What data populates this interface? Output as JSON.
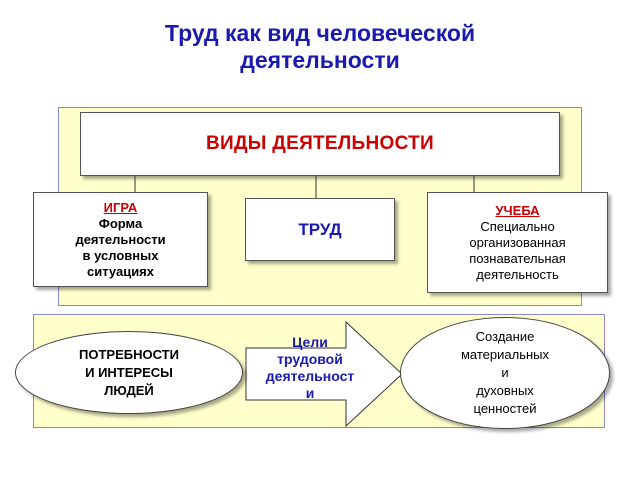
{
  "title": {
    "line1": "Труд как вид человеческой",
    "line2": "деятельности"
  },
  "main_box": "ВИДЫ ДЕЯТЕЛЬНОСТИ",
  "center_box": "ТРУД",
  "left_box": {
    "heading": "ИГРА",
    "lines": [
      "Форма",
      "деятельности",
      "в условных",
      "ситуациях"
    ]
  },
  "right_box": {
    "heading": "УЧЕБА",
    "lines": [
      "Специально",
      "организованная",
      "познавательная",
      "деятельность"
    ]
  },
  "needs_ellipse": {
    "lines": [
      "ПОТРЕБНОСТИ",
      "И ИНТЕРЕСЫ",
      "ЛЮДЕЙ"
    ]
  },
  "goals_arrow": {
    "lines": [
      "Цели",
      "трудовой",
      "деятельност",
      "и"
    ]
  },
  "creation_ellipse": {
    "lines": [
      "Создание",
      "материальных",
      "и",
      "духовных",
      "ценностей"
    ]
  },
  "colors": {
    "title": "#1a1ab0",
    "heading_red": "#cc0000",
    "panel_fill": "#ffffcc"
  }
}
